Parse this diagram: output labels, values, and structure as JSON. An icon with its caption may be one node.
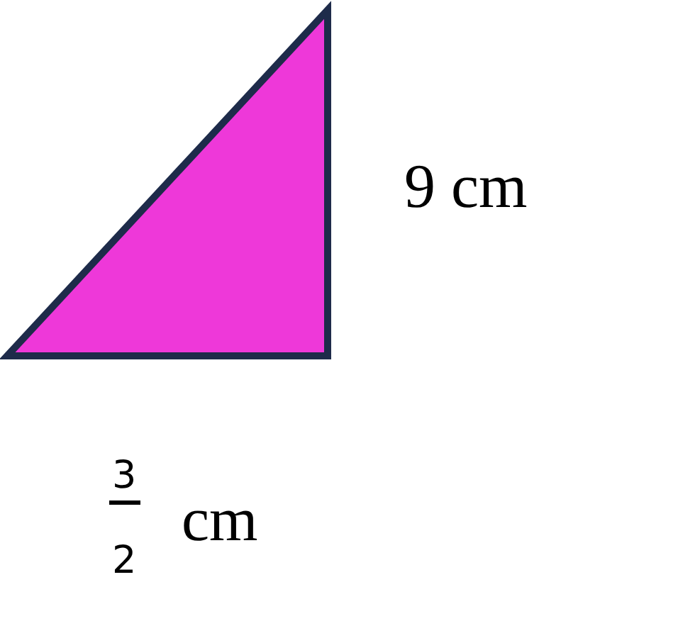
{
  "diagram": {
    "labels": [
      "9 cm",
      "3",
      "2",
      "cm"
    ]
  }
}
